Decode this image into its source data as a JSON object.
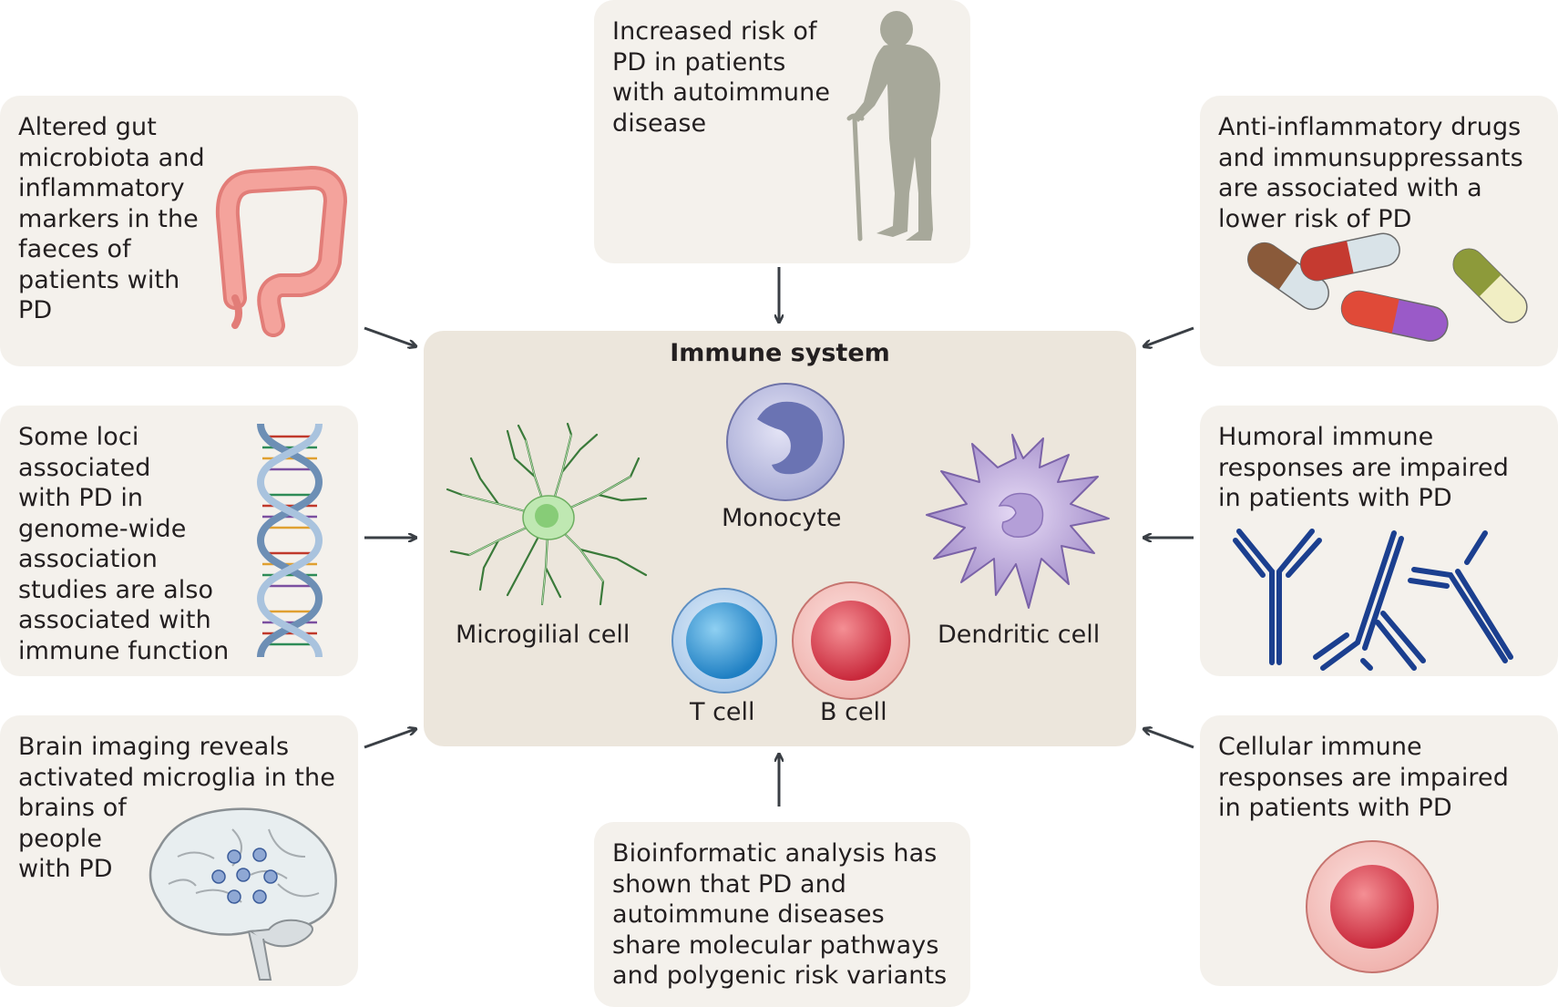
{
  "center": {
    "title": "Immune system",
    "cells": {
      "microglia": "Microgilial cell",
      "monocyte": "Monocyte",
      "dendritic": "Dendritic cell",
      "tcell": "T cell",
      "bcell": "B cell"
    }
  },
  "boxes": {
    "top": "Increased risk of\nPD in patients\nwith autoimmune\ndisease",
    "gut": "Altered gut\nmicrobiota and\ninflammatory\nmarkers in the\nfaeces of\npatients with\nPD",
    "drugs": "Anti-inflammatory drugs\nand immunsuppressants\nare associated with a\nlower risk of PD",
    "loci": "Some loci\nassociated\nwith PD in\ngenome-wide\nassociation\nstudies are also\nassociated with\nimmune function",
    "humoral": "Humoral immune\nresponses are impaired\nin patients with PD",
    "brain": "Brain imaging reveals\nactivated microglia in the\nbrains of\npeople\nwith PD",
    "bioinfo": "Bioinformatic analysis has\nshown that PD and\nautoimmune diseases\nshare molecular pathways\nand polygenic risk variants",
    "cellular": "Cellular immune\nresponses are impaired\nin patients with PD"
  },
  "colors": {
    "box_bg": "#f4f1ec",
    "center_bg": "#ece6dc",
    "arrow": "#3a3f45",
    "antibody": "#1b3f8f"
  }
}
